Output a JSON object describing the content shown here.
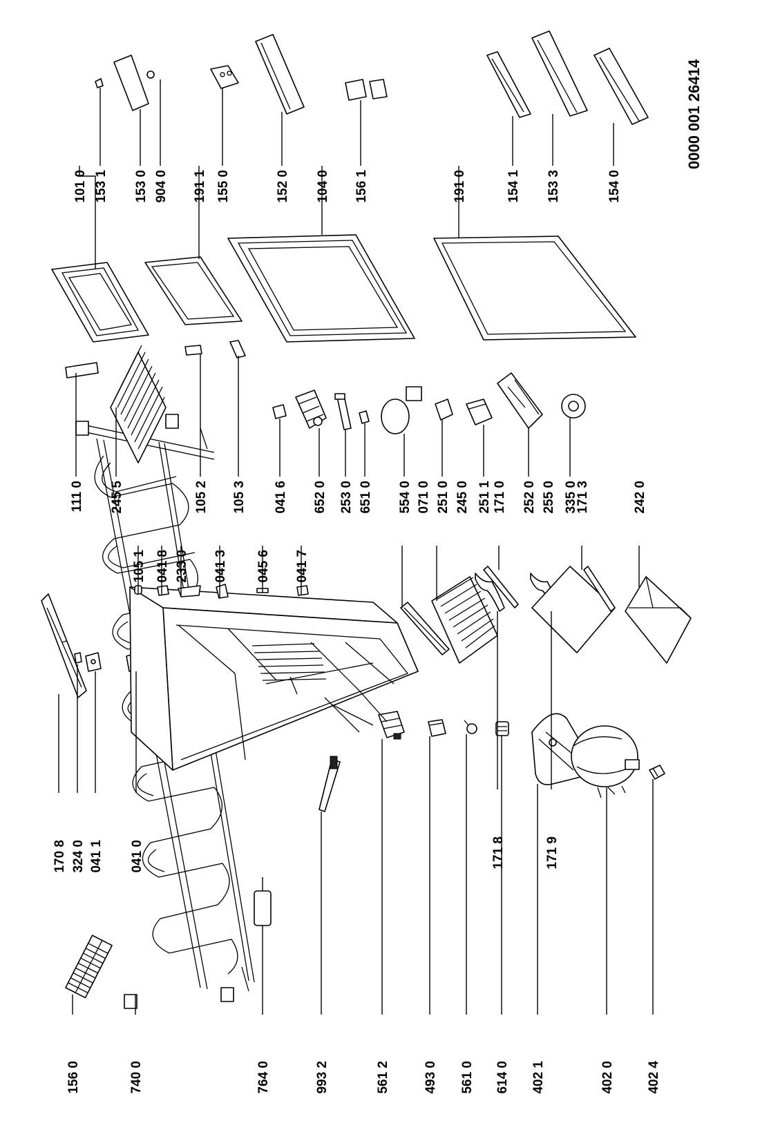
{
  "document": {
    "reference": "0000 001 26414"
  },
  "parts": [
    {
      "code": "156 0",
      "name": "ice-cube-tray"
    },
    {
      "code": "740 0",
      "name": "condenser"
    },
    {
      "code": "764 0",
      "name": "filter-dryer"
    },
    {
      "code": "993 2",
      "name": "service-tube"
    },
    {
      "code": "561 2",
      "name": "relay"
    },
    {
      "code": "493 0",
      "name": "cover"
    },
    {
      "code": "561 0",
      "name": "overload-clip"
    },
    {
      "code": "614 0",
      "name": "grommet"
    },
    {
      "code": "402 1",
      "name": "compressor-bracket"
    },
    {
      "code": "402 0",
      "name": "compressor"
    },
    {
      "code": "402 4",
      "name": "compressor-clip"
    },
    {
      "code": "170 8",
      "name": "top-panel"
    },
    {
      "code": "324 0",
      "name": "screw"
    },
    {
      "code": "041 1",
      "name": "upper-hinge"
    },
    {
      "code": "041 0",
      "name": "lower-hinge"
    },
    {
      "code": "171 8",
      "name": "shelf-support-left"
    },
    {
      "code": "171 9",
      "name": "shelf-support-right"
    },
    {
      "code": "105 1",
      "name": "hinge-pin"
    },
    {
      "code": "041 8",
      "name": "hinge-bushing"
    },
    {
      "code": "233 0",
      "name": "foot"
    },
    {
      "code": "041 3",
      "name": "middle-hinge"
    },
    {
      "code": "045 6",
      "name": "pin"
    },
    {
      "code": "041 7",
      "name": "hinge-cap"
    },
    {
      "code": "111 0",
      "name": "handle"
    },
    {
      "code": "245 5",
      "name": "wire-shelf"
    },
    {
      "code": "105 2",
      "name": "door-stop"
    },
    {
      "code": "105 3",
      "name": "door-stop-bar"
    },
    {
      "code": "041 6",
      "name": "bracket"
    },
    {
      "code": "652 0",
      "name": "thermostat"
    },
    {
      "code": "253 0",
      "name": "capillary"
    },
    {
      "code": "651 0",
      "name": "lamp-holder"
    },
    {
      "code": "554 0",
      "name": "knob"
    },
    {
      "code": "071 0",
      "name": "drip-tray"
    },
    {
      "code": "245 0",
      "name": "glass-shelf-rack"
    },
    {
      "code": "171 0",
      "name": "shelf-trim"
    },
    {
      "code": "251 0",
      "name": "lamp-cover"
    },
    {
      "code": "251 1",
      "name": "light-box"
    },
    {
      "code": "252 0",
      "name": "thermostat-housing"
    },
    {
      "code": "255 0",
      "name": "crisper-cover"
    },
    {
      "code": "171 3",
      "name": "crisper-trim"
    },
    {
      "code": "335 0",
      "name": "thermostat-knob"
    },
    {
      "code": "242 0",
      "name": "crisper-drawer"
    },
    {
      "code": "101 0",
      "name": "freezer-door"
    },
    {
      "code": "191 1",
      "name": "freezer-gasket"
    },
    {
      "code": "104 0",
      "name": "fridge-door"
    },
    {
      "code": "191 0",
      "name": "fridge-gasket"
    },
    {
      "code": "153 1",
      "name": "egg-tray-pin"
    },
    {
      "code": "153 0",
      "name": "door-shelf-small"
    },
    {
      "code": "904 0",
      "name": "washer"
    },
    {
      "code": "155 0",
      "name": "egg-tray"
    },
    {
      "code": "152 0",
      "name": "door-shelf"
    },
    {
      "code": "156 1",
      "name": "butter-box"
    },
    {
      "code": "154 1",
      "name": "bottle-retainer"
    },
    {
      "code": "153 3",
      "name": "door-shelf-mid"
    },
    {
      "code": "154 0",
      "name": "bottle-shelf"
    }
  ],
  "colors": {
    "line": "#000000",
    "background": "#ffffff"
  }
}
